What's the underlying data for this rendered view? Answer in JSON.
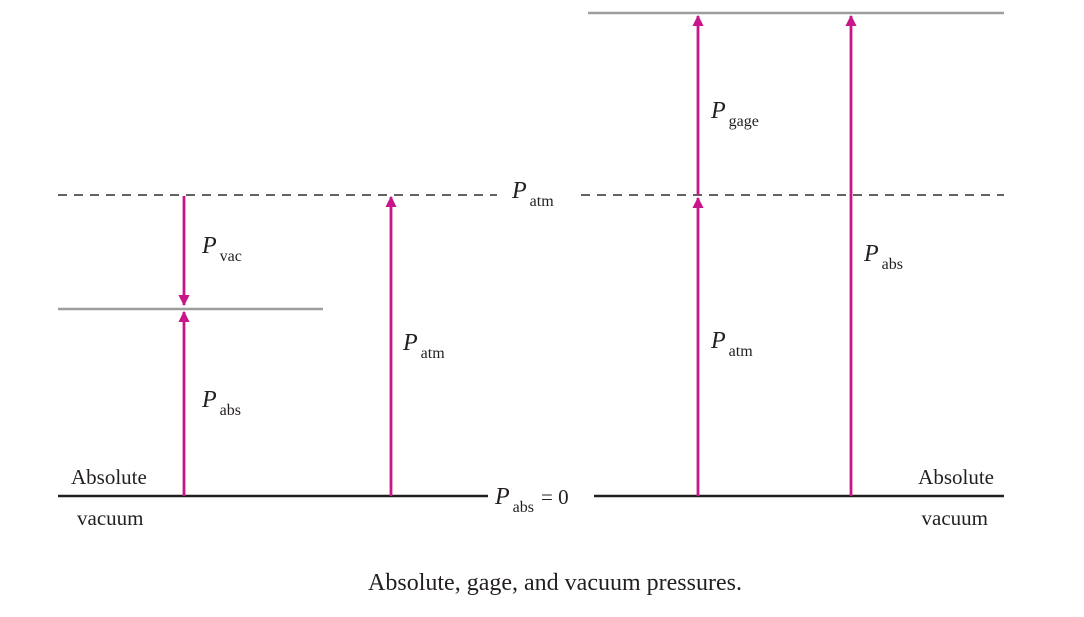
{
  "colors": {
    "arrow": "#c8168a",
    "baseline": "#231f20",
    "level_line": "#9e9e9e",
    "dashed_line": "#4d4d4d",
    "text": "#231f20"
  },
  "labels": {
    "p_atm_line": {
      "symbol": "P",
      "subscript": "atm"
    },
    "p_vac": {
      "symbol": "P",
      "subscript": "vac"
    },
    "p_abs_left": {
      "symbol": "P",
      "subscript": "abs"
    },
    "p_atm_mid": {
      "symbol": "P",
      "subscript": "atm"
    },
    "p_gage": {
      "symbol": "P",
      "subscript": "gage"
    },
    "p_atm_right": {
      "symbol": "P",
      "subscript": "atm"
    },
    "p_abs_right": {
      "symbol": "P",
      "subscript": "abs"
    },
    "p_abs_zero": {
      "symbol": "P",
      "subscript": "abs",
      "suffix": "= 0"
    },
    "absolute_left": "Absolute",
    "vacuum_left": "vacuum",
    "absolute_right": "Absolute",
    "vacuum_right": "vacuum"
  },
  "caption": "Absolute, gage, and vacuum pressures."
}
